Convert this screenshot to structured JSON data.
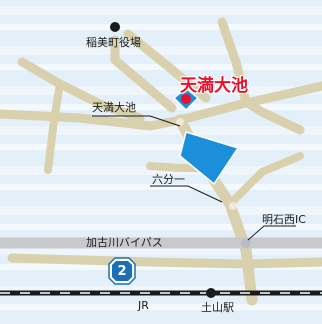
{
  "map": {
    "title": "天満大池",
    "labels": {
      "town_office": "稲美町役場",
      "tenma_oike": "天満大池",
      "rokubuichi": "六分一",
      "akashi_nishi_ic": "明石西IC",
      "kakogawa_bypass": "加古川バイパス",
      "jr": "JR",
      "tsuchiyama_station": "土山駅"
    },
    "route_number": "2",
    "icons": {
      "office": "black-dot-icon",
      "destination": "red-dot-icon",
      "station": "black-dot-icon",
      "route_shield": "national-route-shield-icon"
    },
    "colors": {
      "background": "#e7f2fa",
      "road": "#d9d1ad",
      "bypass": "#c7c9cc",
      "water": "#1b8fd9",
      "destination": "#e8102a",
      "shield": "#1d6fb5"
    }
  }
}
